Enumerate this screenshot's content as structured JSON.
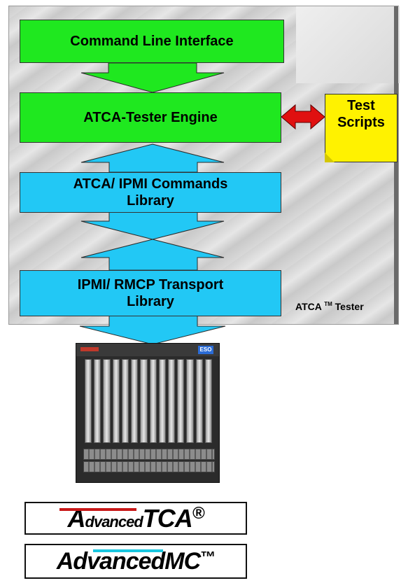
{
  "diagram": {
    "layers": [
      {
        "id": "cli",
        "label": "Command Line Interface",
        "color": "#1fe81f"
      },
      {
        "id": "engine",
        "label": "ATCA-Tester Engine",
        "color": "#1fe81f"
      },
      {
        "id": "commands",
        "label_line1": "ATCA/ IPMI Commands",
        "label_line2": "Library",
        "color": "#22c8f5"
      },
      {
        "id": "transport",
        "label_line1": "IPMI/ RMCP Transport",
        "label_line2": "Library",
        "color": "#22c8f5"
      }
    ],
    "test_scripts": {
      "line1": "Test",
      "line2": "Scripts",
      "color": "#fff200"
    },
    "footer": {
      "name": "ATCA",
      "tm": "TM",
      "suffix": "Tester"
    },
    "chassis_badge": "ESO",
    "colors": {
      "arrow_red": "#e01010",
      "arrow_cyan": "#22c8f5",
      "arrow_green": "#1fe81f"
    }
  },
  "logos": {
    "advanced_tca": {
      "first": "A",
      "small": "dvanced",
      "tca": "TCA",
      "mark": "®"
    },
    "advanced_mc": {
      "text": "AdvancedMC",
      "mark": "™"
    }
  }
}
